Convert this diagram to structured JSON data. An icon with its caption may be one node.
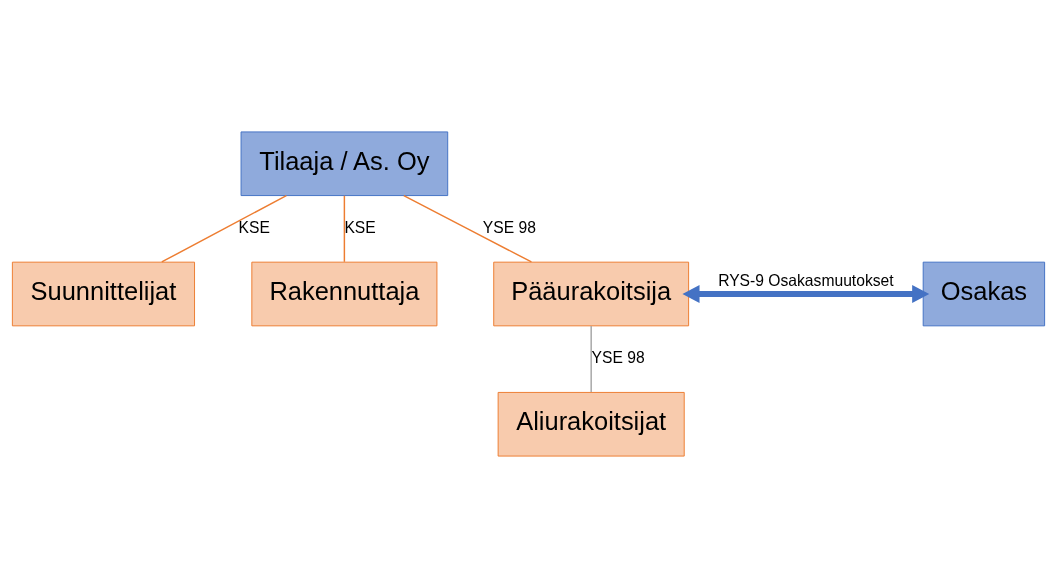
{
  "diagram": {
    "nodes": [
      {
        "text": [
          "Tilaaja / As. Oy"
        ]
      },
      {
        "text": [
          "Suunnittelijat"
        ]
      },
      {
        "text": [
          "Rakennuttaja"
        ]
      },
      {
        "text": [
          "Pääurakoitsija"
        ]
      },
      {
        "text": [
          "Osakas"
        ]
      },
      {
        "text": [
          "Aliurakoitsijat"
        ]
      }
    ],
    "edges": [
      {
        "from": 0,
        "to": 1,
        "arrow": "none",
        "label": "KSE"
      },
      {
        "from": 0,
        "to": 2,
        "arrow": "none",
        "label": "KSE"
      },
      {
        "from": 0,
        "to": 3,
        "arrow": "none",
        "label": "YSE 98"
      },
      {
        "from": 3,
        "to": 4,
        "arrow": "both",
        "label": "RYS-9 Osakasmuutokset",
        "style": "thick",
        "color": "#4472c4"
      },
      {
        "from": 3,
        "to": 5,
        "arrow": "none",
        "label": "YSE 98",
        "color": "#a6a6a6"
      }
    ]
  }
}
